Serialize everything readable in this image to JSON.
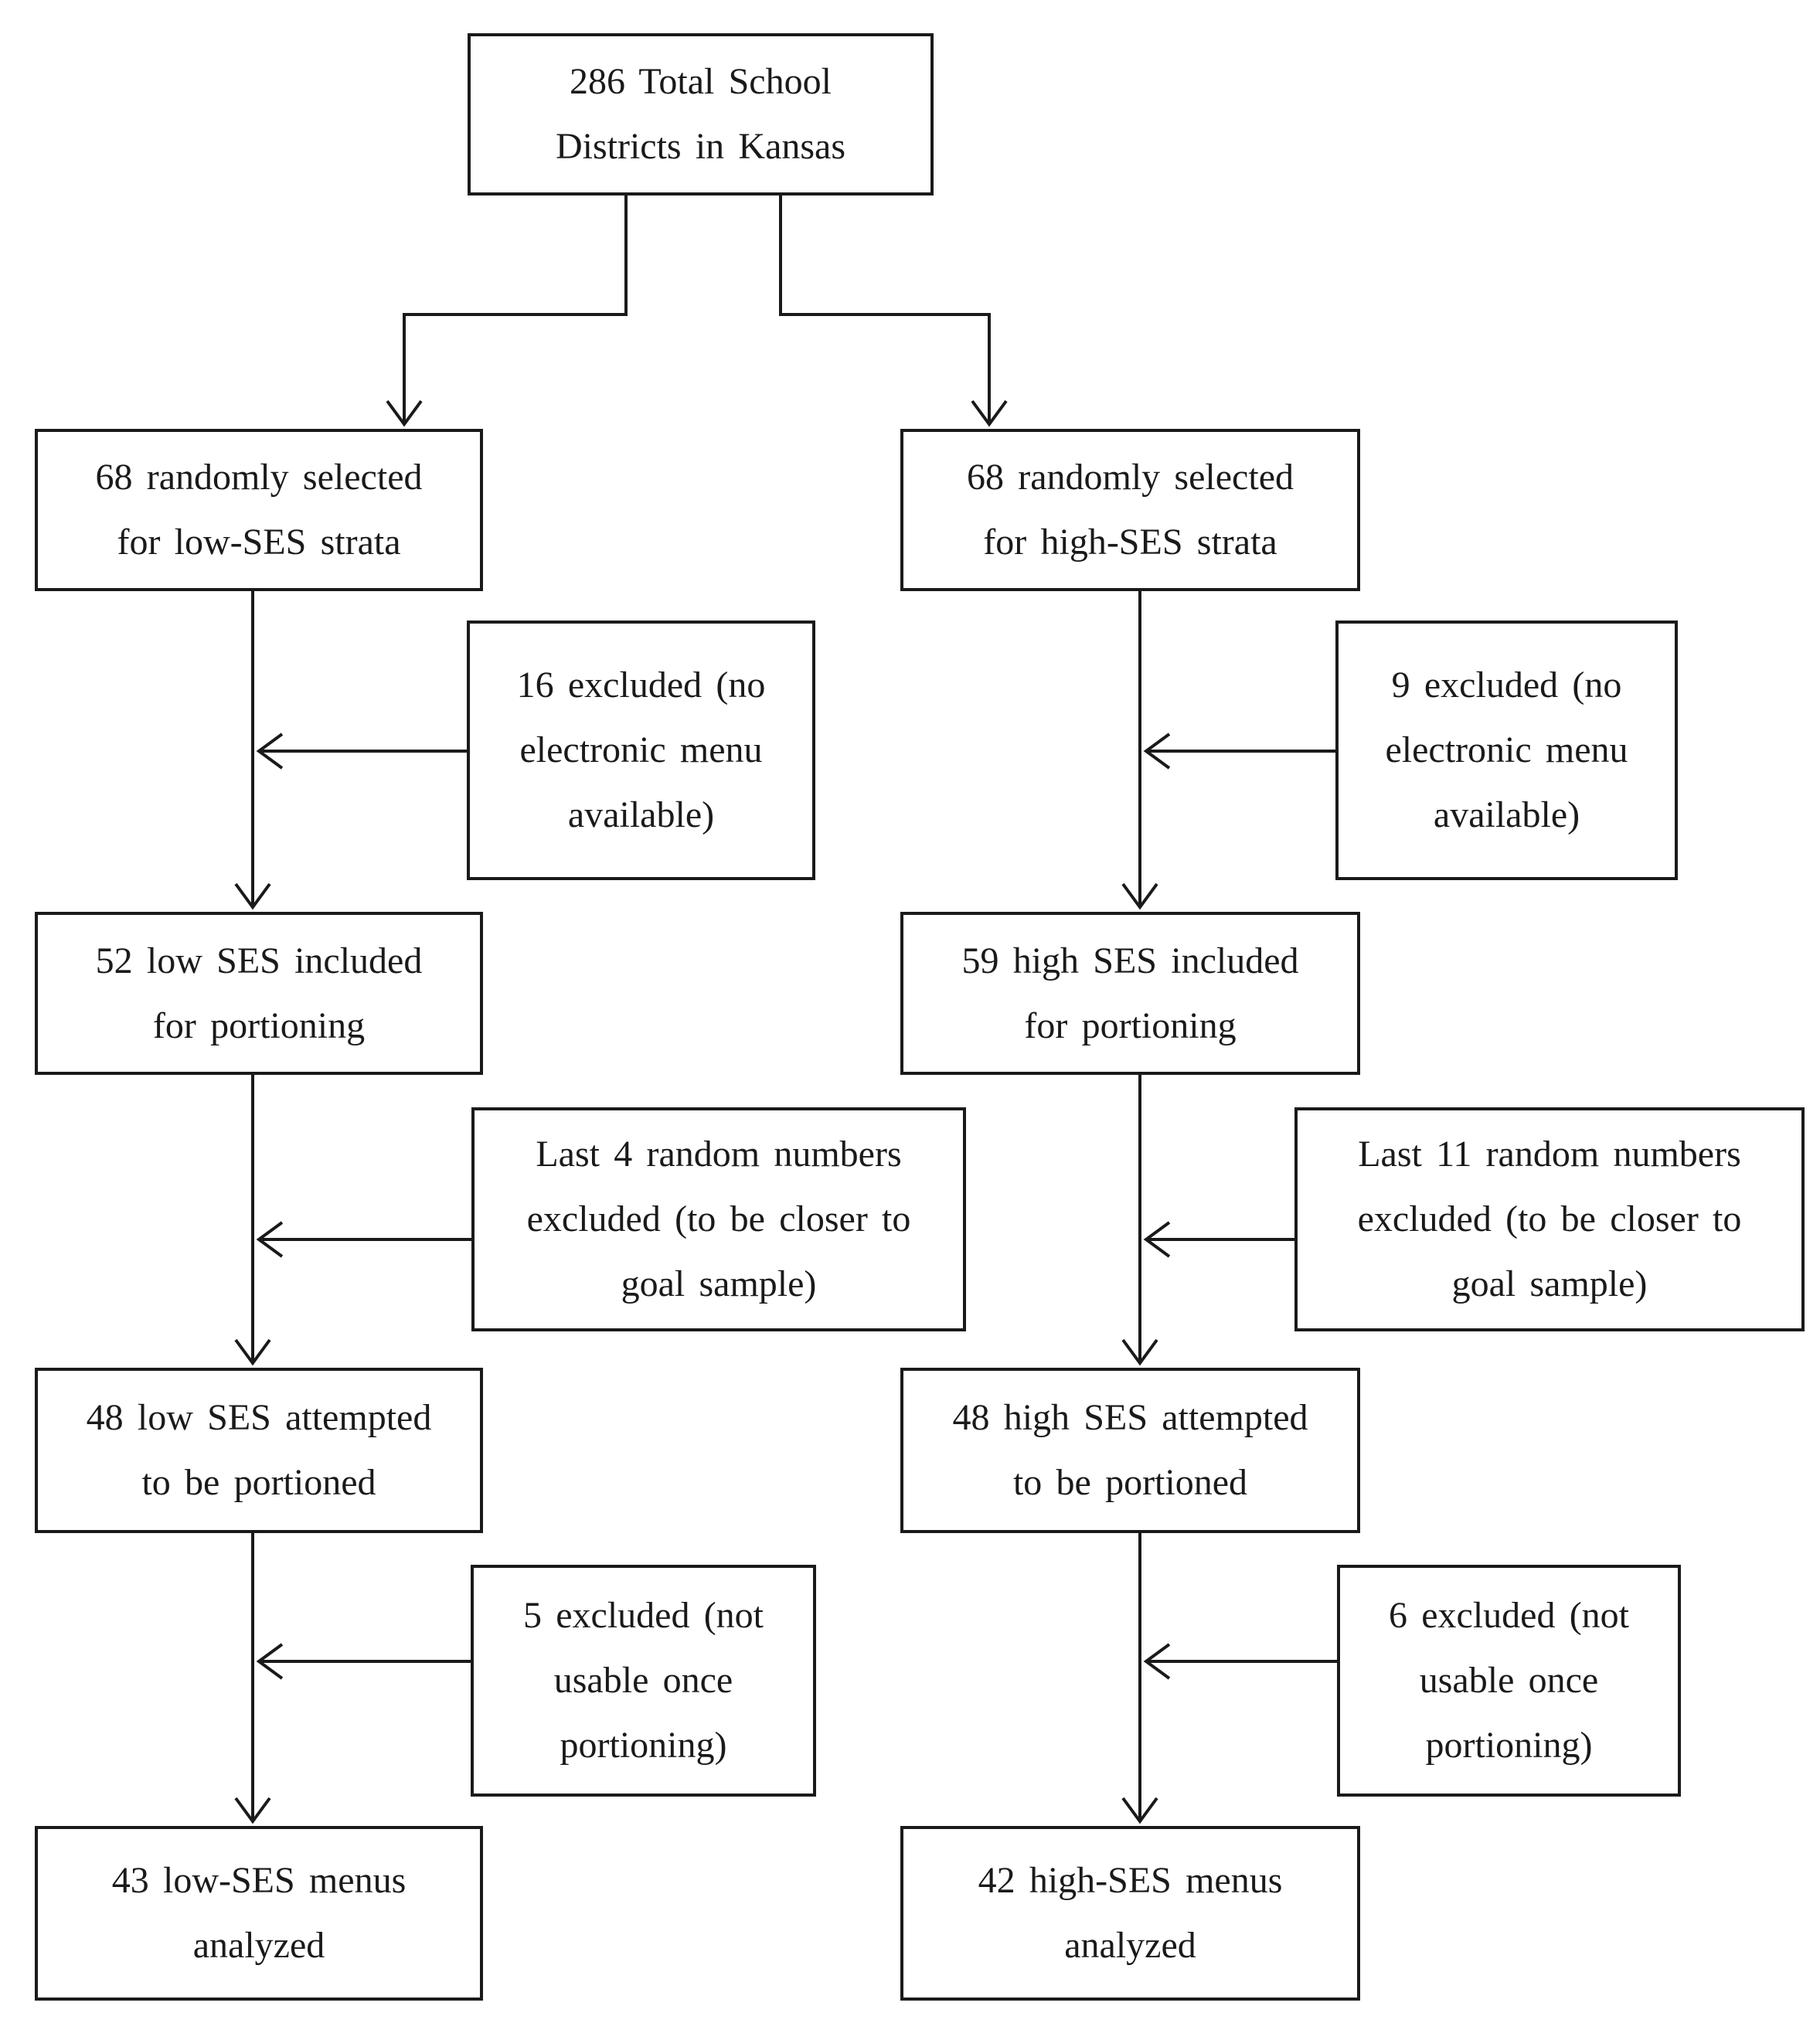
{
  "diagram": {
    "type": "flowchart",
    "ink_color": "#1a1a1a",
    "background_color": "#ffffff",
    "nodes": {
      "total_districts": {
        "lines": [
          "286 Total School",
          "Districts in Kansas"
        ],
        "text": "286 Total School Districts in Kansas"
      },
      "low_selected": {
        "lines": [
          "68 randomly selected",
          "for low-SES strata"
        ],
        "text": "68 randomly selected for low-SES strata"
      },
      "high_selected": {
        "lines": [
          "68 randomly selected",
          "for high-SES strata"
        ],
        "text": "68 randomly selected for high-SES strata"
      },
      "low_excluded_no_menu": {
        "lines": [
          "16 excluded (no",
          "electronic menu",
          "available)"
        ],
        "text": "16 excluded (no electronic menu available)"
      },
      "high_excluded_no_menu": {
        "lines": [
          "9 excluded (no",
          "electronic menu",
          "available)"
        ],
        "text": "9 excluded (no electronic menu available)"
      },
      "low_included": {
        "lines": [
          "52 low SES included",
          "for portioning"
        ],
        "text": "52 low SES included for portioning"
      },
      "high_included": {
        "lines": [
          "59 high SES included",
          "for portioning"
        ],
        "text": "59 high SES included for portioning"
      },
      "low_excluded_random": {
        "lines": [
          "Last 4 random numbers",
          "excluded (to be closer to",
          "goal sample)"
        ],
        "text": "Last 4 random numbers excluded (to be closer to goal sample)"
      },
      "high_excluded_random": {
        "lines": [
          "Last 11 random numbers",
          "excluded (to be closer to",
          "goal sample)"
        ],
        "text": "Last 11 random numbers excluded (to be closer to goal sample)"
      },
      "low_attempted": {
        "lines": [
          "48 low SES attempted",
          "to be portioned"
        ],
        "text": "48 low SES attempted to be portioned"
      },
      "high_attempted": {
        "lines": [
          "48 high SES attempted",
          "to be portioned"
        ],
        "text": "48 high SES attempted to be portioned"
      },
      "low_excluded_not_usable": {
        "lines": [
          "5 excluded (not",
          "usable once",
          "portioning)"
        ],
        "text": "5 excluded (not usable once portioning)"
      },
      "high_excluded_not_usable": {
        "lines": [
          "6 excluded (not",
          "usable once",
          "portioning)"
        ],
        "text": "6 excluded (not usable once portioning)"
      },
      "low_analyzed": {
        "lines": [
          "43 low-SES menus",
          "analyzed"
        ],
        "text": "43 low-SES menus analyzed"
      },
      "high_analyzed": {
        "lines": [
          "42 high-SES menus",
          "analyzed"
        ],
        "text": "42 high-SES menus analyzed"
      }
    },
    "edges": [
      {
        "from": "total_districts",
        "to": "low_selected"
      },
      {
        "from": "total_districts",
        "to": "high_selected"
      },
      {
        "from": "low_selected",
        "to": "low_included",
        "exclusion": "low_excluded_no_menu"
      },
      {
        "from": "high_selected",
        "to": "high_included",
        "exclusion": "high_excluded_no_menu"
      },
      {
        "from": "low_included",
        "to": "low_attempted",
        "exclusion": "low_excluded_random"
      },
      {
        "from": "high_included",
        "to": "high_attempted",
        "exclusion": "high_excluded_random"
      },
      {
        "from": "low_attempted",
        "to": "low_analyzed",
        "exclusion": "low_excluded_not_usable"
      },
      {
        "from": "high_attempted",
        "to": "high_analyzed",
        "exclusion": "high_excluded_not_usable"
      }
    ]
  }
}
